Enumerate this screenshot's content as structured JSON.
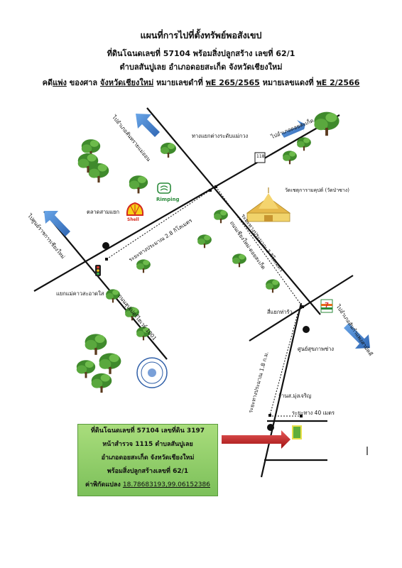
{
  "header": {
    "title": "แผนที่การไปที่ตั้งทรัพย์พอสังเขป",
    "line2": "ที่ดินโฉนดเลขที่ 57104 พร้อมสิ่งปลูกสร้าง เลขที่ 62/1",
    "line3": "ตำบลสันปูเลย อำเภอดอยสะเก็ด จังหวัดเชียงใหม่",
    "line4_a": "คดี",
    "line4_b": "แพ่ง",
    "line4_c": " ของศาล ",
    "line4_d": "จังหวัดเชียงใหม่",
    "line4_e": " หมายเลขดำที่ ",
    "line4_f": "พE 265/2565",
    "line4_g": " หมายเลขแดงที่ ",
    "line4_h": "พE 2/2566"
  },
  "labels": {
    "to_doisaket": "ไปอำเภอดอยสะเก็ด",
    "to_sankhampaeng_mae_on": "ไปอำเภอสันทรายแม่ออน",
    "junction_mae_kuang": "ทางแยกต่างระดับแม่กวง",
    "road_118": "118",
    "wat": "วัดเชตุการามคุปต์ (วัดป่าซาง)",
    "shell": "Shell",
    "rimping": "Rimping",
    "market": "ตลาดสามแยก",
    "to_cm_center": "ไปศูนย์ราชการเชียงใหม่",
    "dist_28": "ระยะทางประมาณ 2.8 กิโลเมตร",
    "dist_3": "ระยะทางประมาณ 3 กิโลเมตร",
    "road_cm_doisaket": "ถนนเชียงใหม่-ดอยสะเก็ด",
    "road_cm_lamphun": "ถนนสุปเปอร์ไฮเวย์ 1001",
    "junction_mae_khao": "แยกแม่คาวสะอาดใส",
    "four_way": "สี่แยกท่าร้ว",
    "to_sankhampaeng": "ไปอำเภอสันกำแพงสามัคคี",
    "health": "ศูนย์สุขภาพช่าง",
    "dist_18": "ระยะทางประมาณ 1.8 ก.ม.",
    "shop": "ร้านส.มุ่งเจริญ",
    "dist_40": "ระยะทาง 40 เมตร"
  },
  "infobox": {
    "line1": "ที่ดินโฉนดเลขที่ 57104 เลขที่ดิน 3197",
    "line2": "หน้าสำรวจ 1115 ตำบลสันปูเลย",
    "line3": "อำเภอดอยสะเก็ด จังหวัดเชียงใหม่",
    "line4": "พร้อมสิ่งปลูกสร้างเลขที่ 62/1",
    "coord_label": "ค่าพิกัดแปลง ",
    "coord_value": "18.78683193,99.06152386"
  },
  "colors": {
    "arrow_blue": "#3d7cc9",
    "arrow_red": "#c8202a",
    "tree_green": "#3f8a2c",
    "infobox_green": "#8cc964",
    "target_green": "#5fae3a"
  }
}
